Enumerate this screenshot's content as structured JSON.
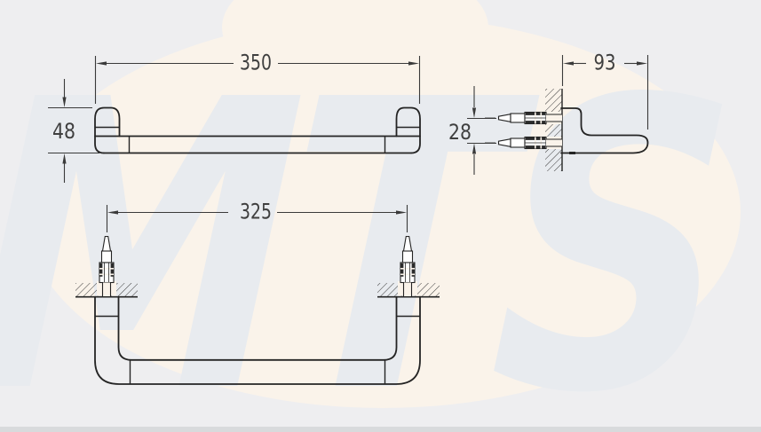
{
  "watermark": {
    "text": "MTS",
    "color": "#e8ebef"
  },
  "background": {
    "page": "#eeeef0",
    "blob": "#faf3ea",
    "bottom_strip": "#d8dadc"
  },
  "drawing": {
    "line_color": "#242424",
    "dimension_color": "#3a3a3a",
    "hatch_icon": "wall-section-hatch",
    "dimensions": {
      "front_width": "350",
      "front_height": "48",
      "side_depth": "93",
      "side_hole_spacing": "28",
      "bottom_mount_spacing": "325"
    }
  }
}
